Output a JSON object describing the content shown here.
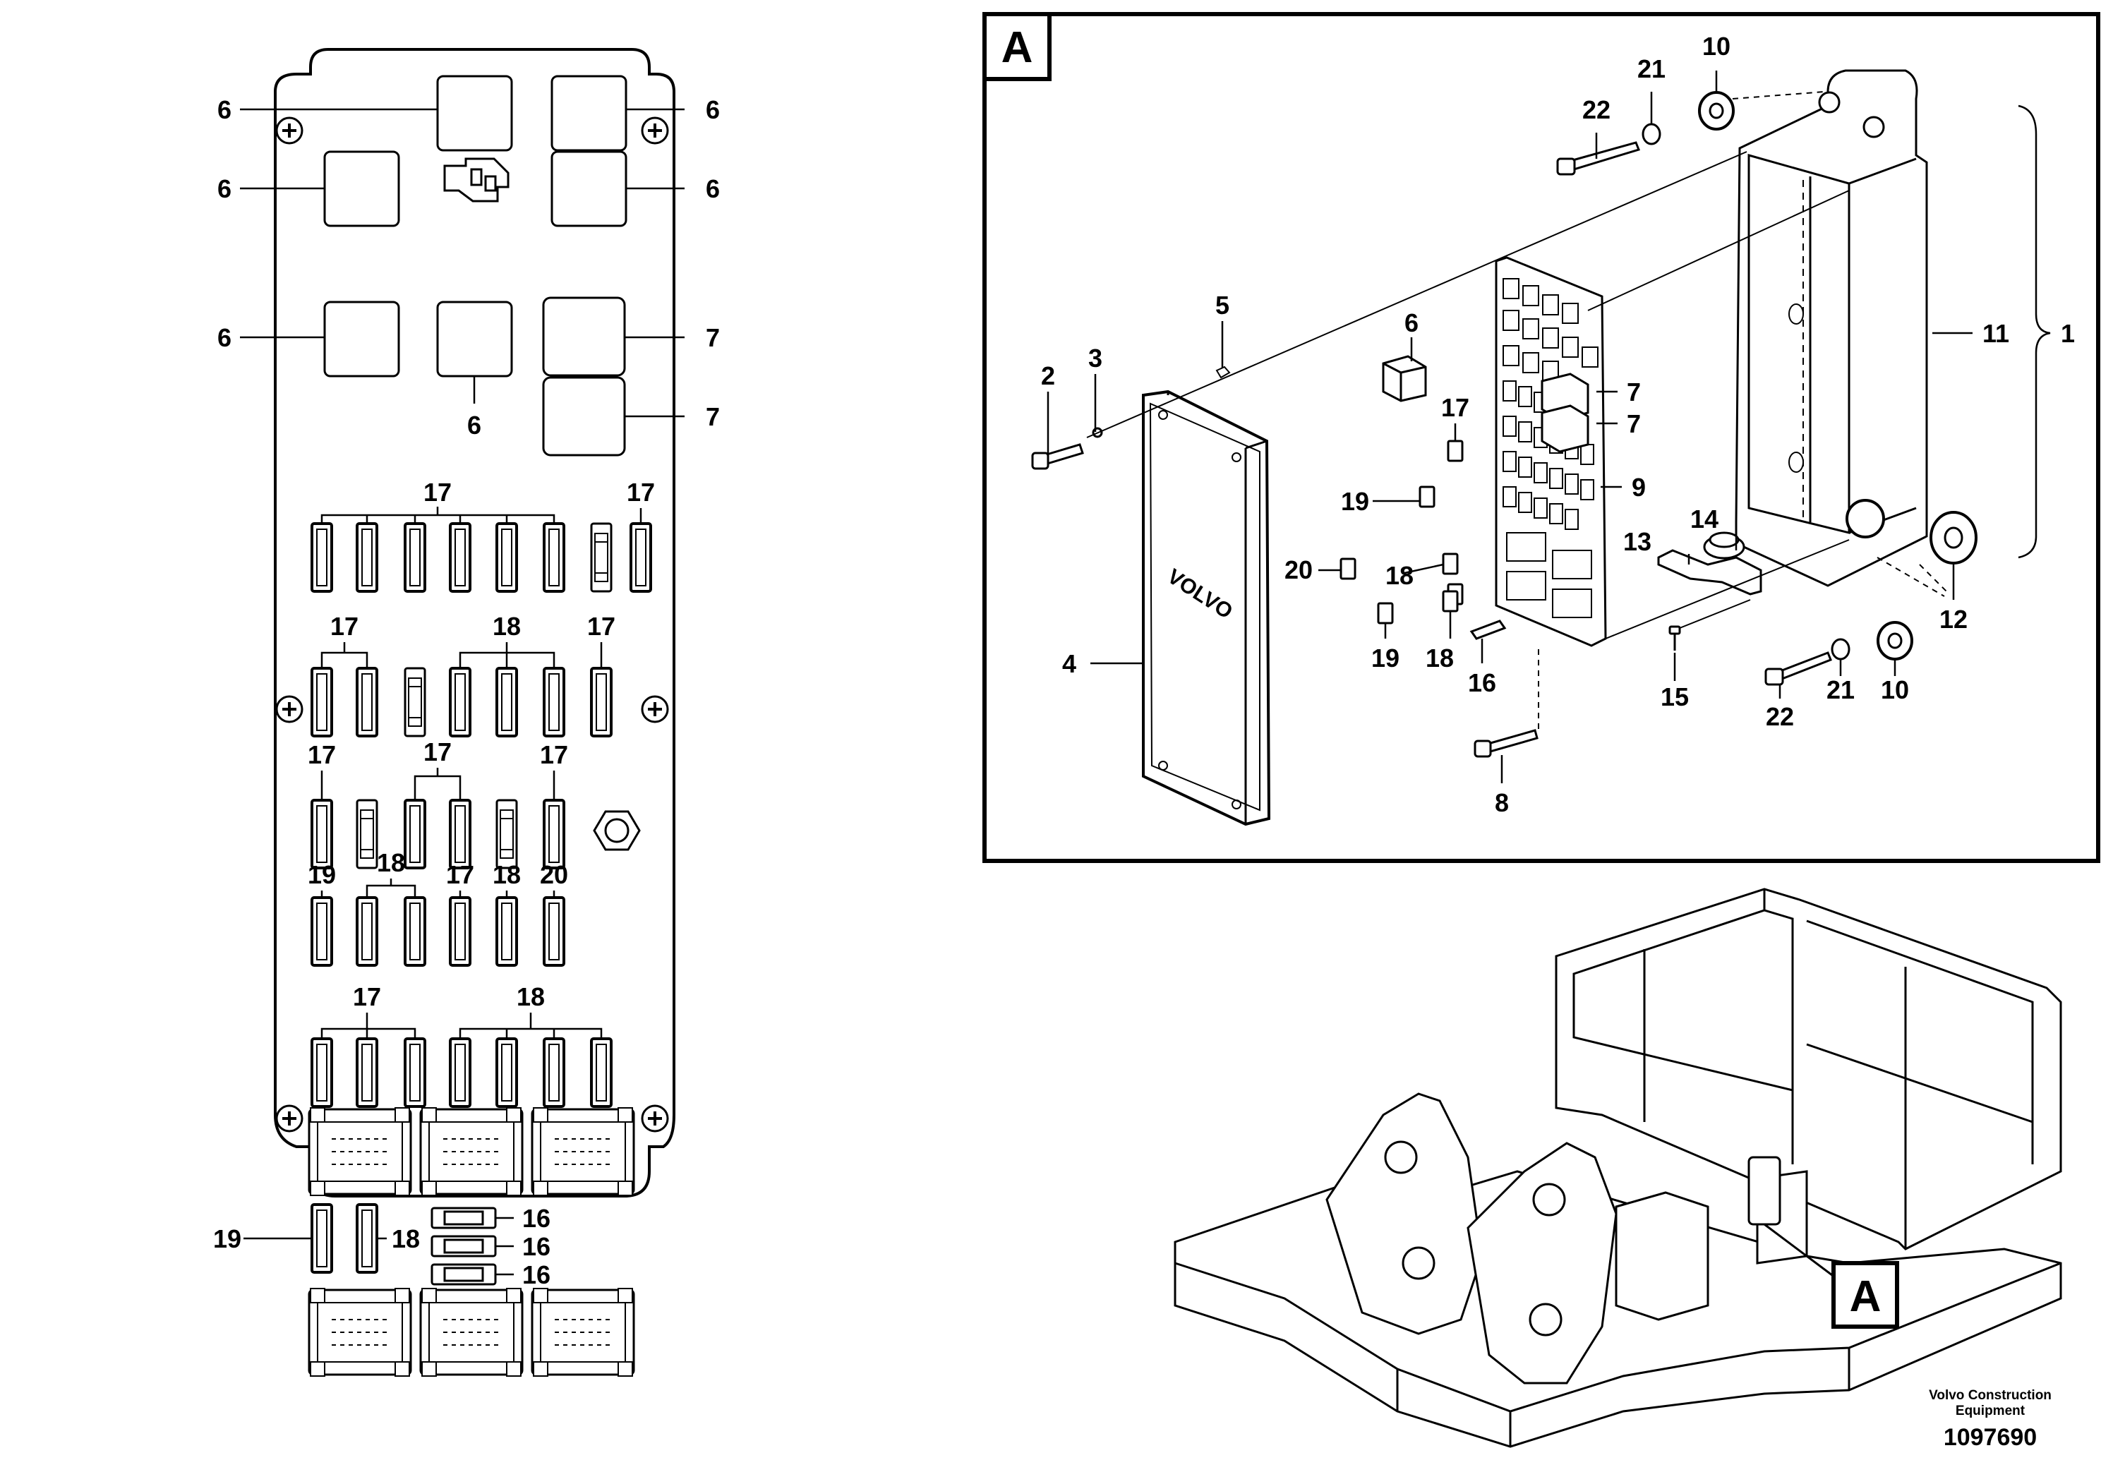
{
  "callouts": {
    "c1": "1",
    "c2": "2",
    "c3": "3",
    "c4": "4",
    "c5": "5",
    "c6": "6",
    "c7": "7",
    "c8": "8",
    "c9": "9",
    "c10": "10",
    "c11": "11",
    "c12": "12",
    "c13": "13",
    "c14": "14",
    "c15": "15",
    "c16": "16",
    "c17": "17",
    "c18": "18",
    "c19": "19",
    "c20": "20",
    "c21": "21",
    "c22": "22"
  },
  "detail": {
    "view_label": "A",
    "locator_label": "A"
  },
  "cover_text": "VOLVO",
  "footer": {
    "line1": "Volvo Construction",
    "line2": "Equipment",
    "doc_number": "1097690"
  }
}
